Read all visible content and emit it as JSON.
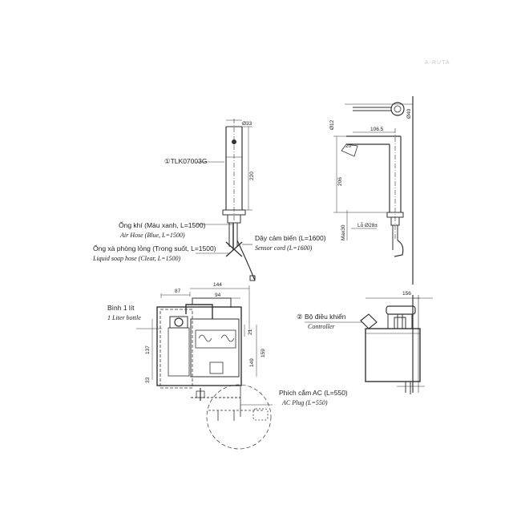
{
  "watermark": "A-RUTA",
  "labels": {
    "model": "①TLK07003G",
    "air_hose_vi": "Ống khí (Màu xanh, L=1500)",
    "air_hose_en": "Air Hose (Blue, L=1500)",
    "soap_hose_vi": "Ống xà phòng lỏng (Trong suốt, L=1500)",
    "soap_hose_en": "Liquid soap hose (Clear, L=1500)",
    "sensor_cord_vi": "Dây cảm biến (L=1600)",
    "sensor_cord_en": "Sensor cord (L=1600)",
    "bottle_vi": "Bình 1 lít",
    "bottle_en": "1 Liter bottle",
    "controller_vi": "② Bộ điều khiển",
    "controller_en": "Controller",
    "ac_plug_vi": "Phích cắm AC (L=550)",
    "ac_plug_en": "AC Plug (L=550)"
  },
  "dimensions": {
    "d33": "Ø33",
    "h220": "220",
    "d12": "Ø12",
    "d40": "Ø40",
    "w106_5": "106.5",
    "h206": "206",
    "angle20": "20°",
    "max30": "Max30",
    "lo": "Lỗ Ø28±",
    "w87": "87",
    "w144": "144",
    "w94": "94",
    "h21": "21",
    "h137": "137",
    "h33": "33",
    "h159": "159",
    "h149": "149",
    "w156": "156"
  }
}
